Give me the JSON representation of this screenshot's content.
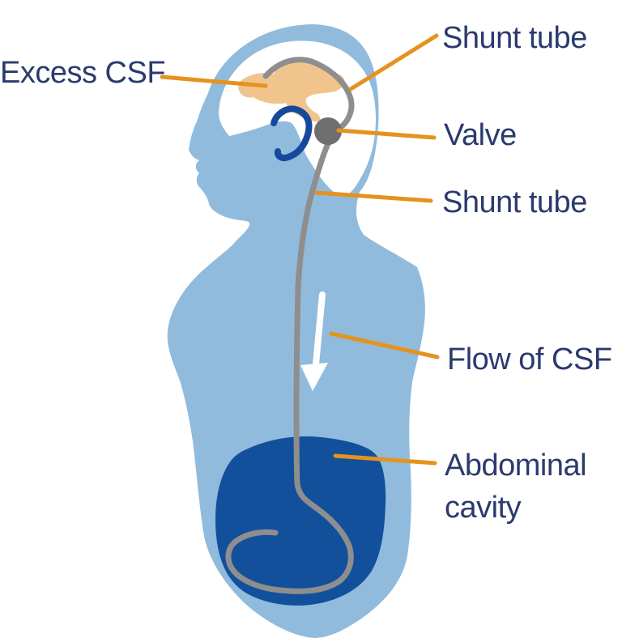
{
  "diagram": {
    "labels": {
      "excess_csf": "Excess CSF",
      "shunt_tube_top": "Shunt tube",
      "valve": "Valve",
      "shunt_tube_mid": "Shunt tube",
      "flow_of_csf": "Flow of CSF",
      "abdominal_cavity": "Abdominal cavity"
    },
    "parts": [
      "body-silhouette",
      "skull-area",
      "excess-csf-ventricles",
      "shunt-tube",
      "valve",
      "ear",
      "flow-arrow",
      "abdominal-cavity-region"
    ],
    "colors": {
      "body_blue": "#90bbdd",
      "cavity_blue": "#12509b",
      "ear_blue": "#16489c",
      "ventricle_tan": "#f1c48e",
      "tube_gray": "#8e8e8e",
      "valve_gray": "#6e6e6e",
      "label_navy": "#2b3a6e",
      "leader_orange": "#e5921f",
      "panel_white": "#ffffff",
      "arrow_white": "#ffffff"
    }
  }
}
